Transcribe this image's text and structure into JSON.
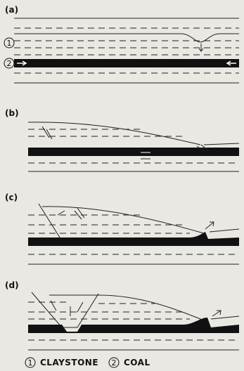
{
  "panels": [
    {
      "label": "(a)"
    },
    {
      "label": "(b)"
    },
    {
      "label": "(c)"
    },
    {
      "label": "(d)"
    }
  ],
  "markers": {
    "claystone_num": "1",
    "coal_num": "2"
  },
  "legend": {
    "claystone_num": "1",
    "claystone_label": "CLAYSTONE",
    "coal_num": "2",
    "coal_label": "COAL"
  },
  "colors": {
    "background": "#e9e8e3",
    "ink": "#111111"
  }
}
